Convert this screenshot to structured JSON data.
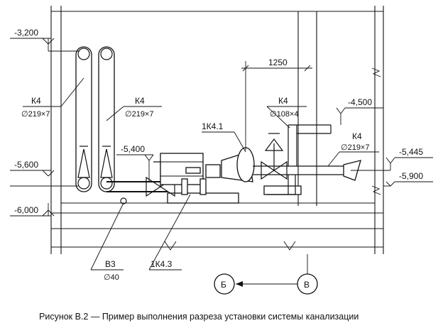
{
  "caption": "Рисунок В.2 — Пример выполнения разреза установки системы канализации",
  "levels": {
    "l1": "-3,200",
    "l2": "-5,600",
    "l3": "-6,000",
    "l4": "-5,400",
    "l5": "-4,500",
    "l6": "-5,445",
    "l7": "-5,900"
  },
  "dimension": "1250",
  "pipes": {
    "k4_left": {
      "code": "К4",
      "size": "∅219×7"
    },
    "k4_mid": {
      "code": "К4",
      "size": "∅219×7"
    },
    "k4_top": {
      "code": "К4",
      "size": "∅108×4"
    },
    "k4_right": {
      "code": "К4",
      "size": "∅219×7"
    },
    "b3": {
      "code": "В3",
      "size": "∅40"
    }
  },
  "equipment": {
    "pump_1": "1К4.1",
    "pump_3": "1К4.3"
  },
  "axes": {
    "b": "Б",
    "v": "В"
  }
}
